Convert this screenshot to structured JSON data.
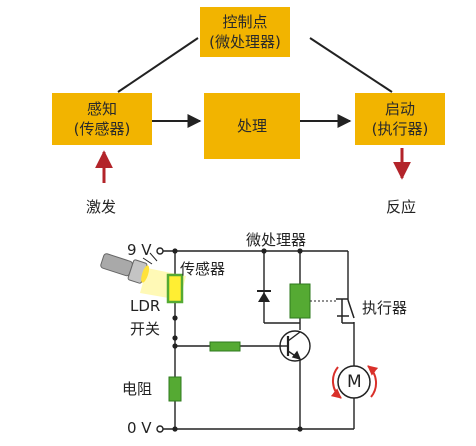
{
  "block": {
    "control": {
      "line1": "控制点",
      "line2": "(微处理器)"
    },
    "sense": {
      "line1": "感知",
      "line2": "(传感器)"
    },
    "process": {
      "line1": "处理"
    },
    "actuate": {
      "line1": "启动",
      "line2": "(执行器)"
    },
    "trigger_label": "激发",
    "response_label": "反应"
  },
  "circuit": {
    "v9": "9 V",
    "v0": "0 V",
    "micro": "微处理器",
    "sensor": "传感器",
    "ldr": "LDR",
    "switch": "开关",
    "resistor": "电阻",
    "actuator": "执行器",
    "motor": "M"
  },
  "colors": {
    "box": "#f2b400",
    "arrow_red": "#b3242a",
    "component_green": "#55aa33",
    "wire": "#222222"
  }
}
